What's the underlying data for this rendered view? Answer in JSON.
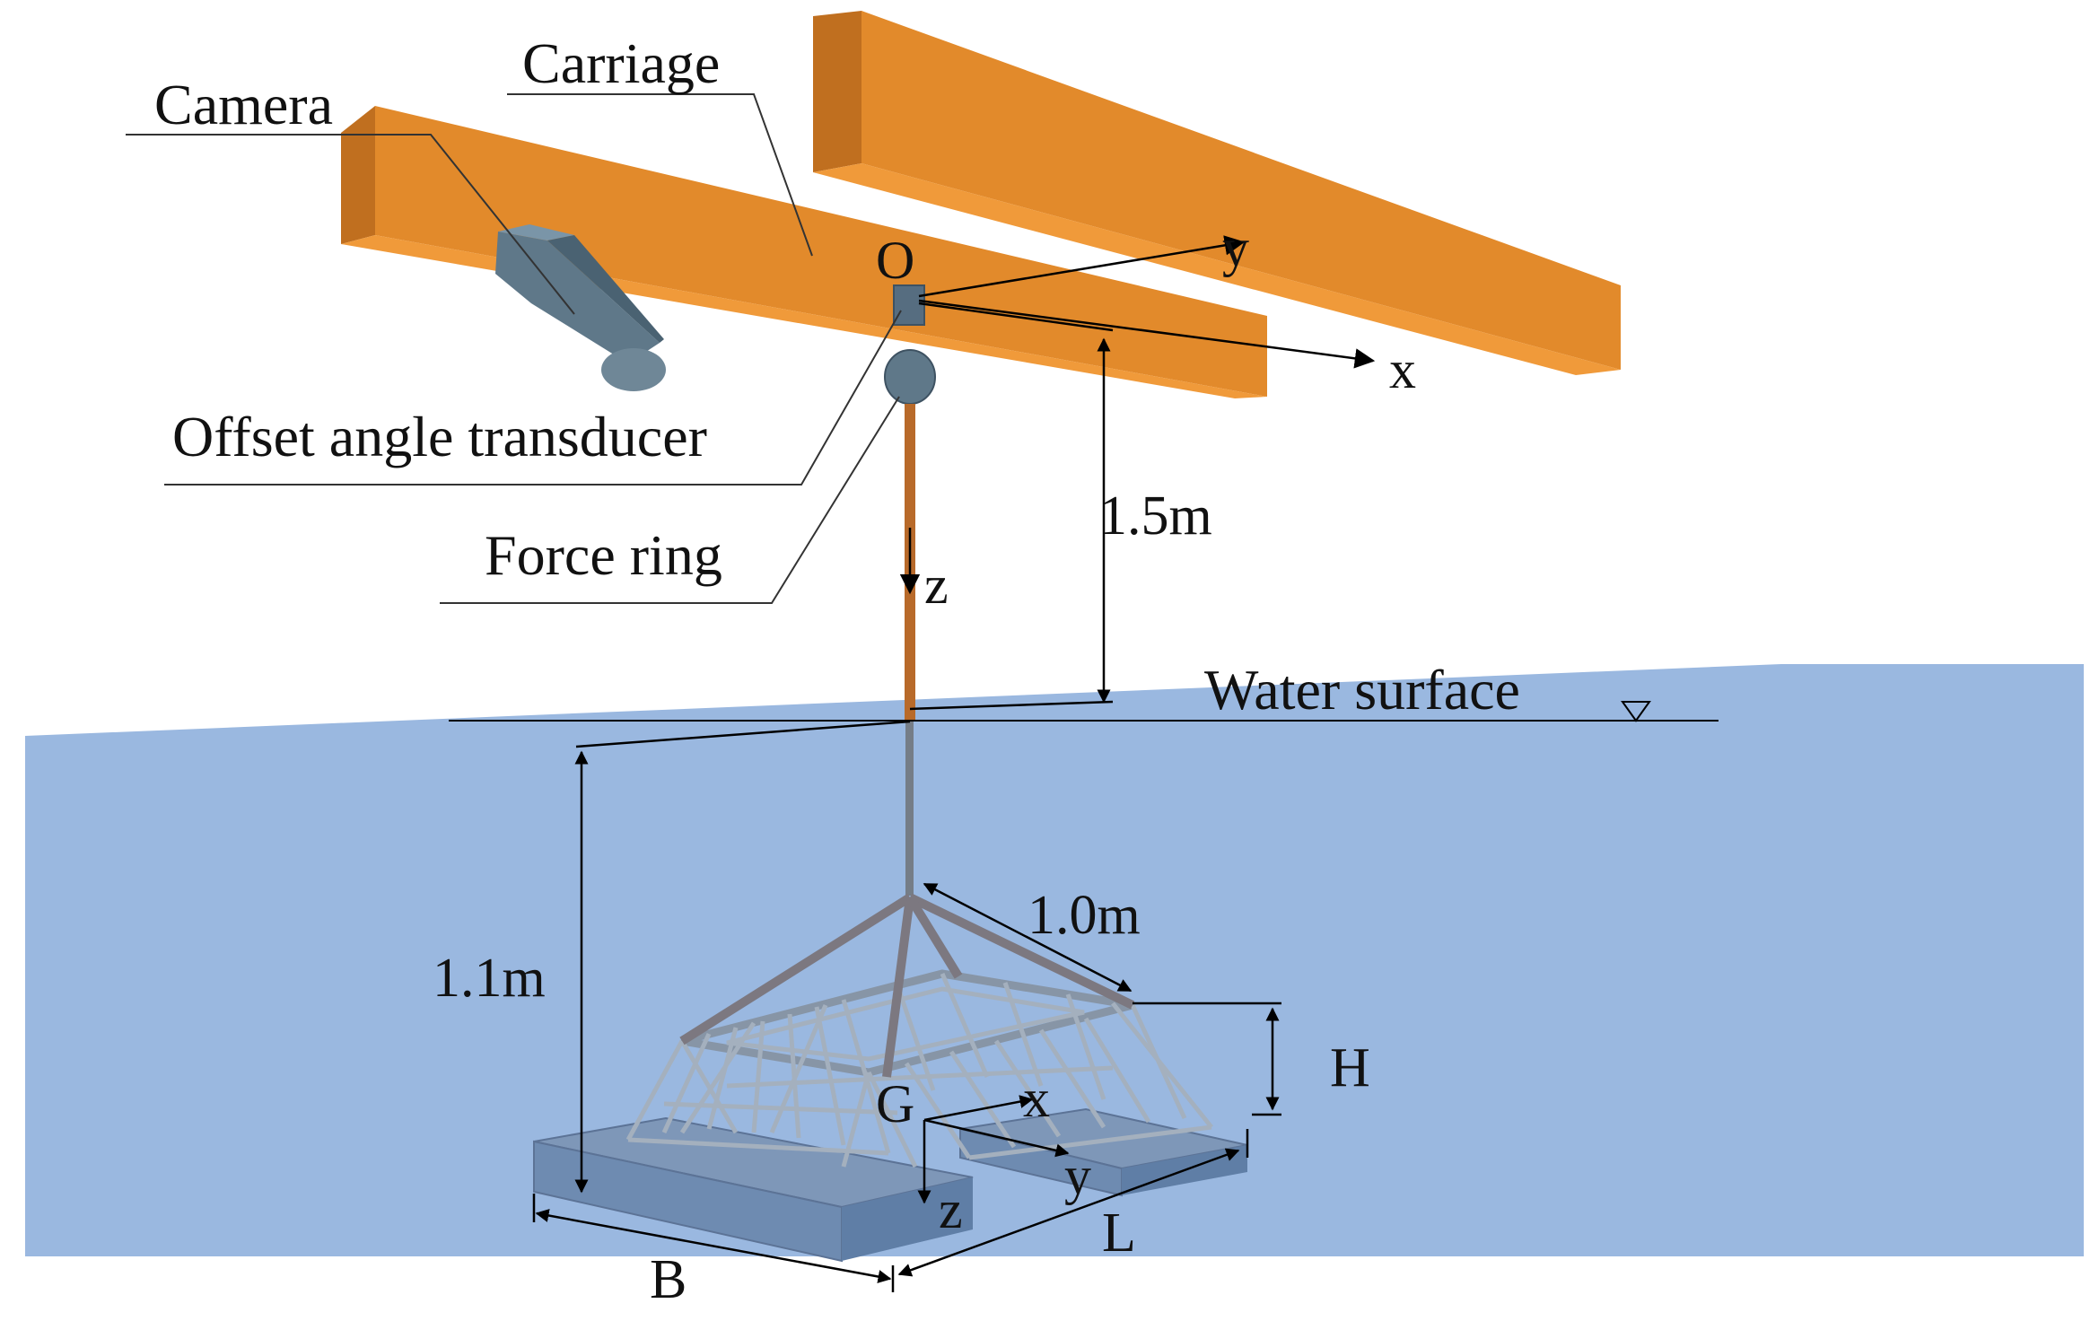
{
  "labels": {
    "camera": "Camera",
    "carriage": "Carriage",
    "offset_angle_transducer": "Offset angle transducer",
    "force_ring": "Force ring",
    "water_surface": "Water surface"
  },
  "axes_top": {
    "origin": "O",
    "x": "x",
    "y": "y",
    "z": "z"
  },
  "axes_model": {
    "origin": "G",
    "x": "x",
    "y": "y",
    "z": "z"
  },
  "dimensions": {
    "height_above_water": "1.5m",
    "depth_below_water": "1.1m",
    "bridle_length": "1.0m",
    "cage_height": "H",
    "cage_breadth": "B",
    "cage_length": "L"
  },
  "colors": {
    "carriage": "#e28a2b",
    "carriage_dark": "#c06f1f",
    "water": "#9ab8e0",
    "equipment": "#5f7889",
    "rod": "#b86a2a",
    "cable": "#757d87",
    "pontoon": "#6e8bb1"
  }
}
